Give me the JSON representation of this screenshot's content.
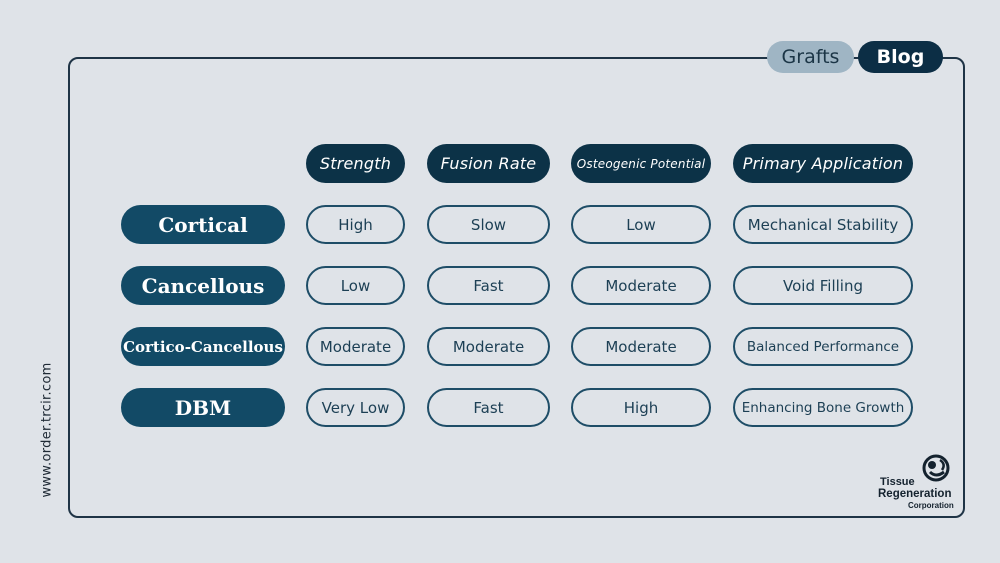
{
  "tabs": {
    "grafts": "Grafts",
    "blog": "Blog"
  },
  "side_text": "www.order.trcir.com",
  "table": {
    "headers": [
      "Strength",
      "Fusion Rate",
      "Osteogenic Potential",
      "Primary Application"
    ],
    "rows": [
      {
        "label": "Cortical",
        "cells": [
          "High",
          "Slow",
          "Low",
          "Mechanical Stability"
        ]
      },
      {
        "label": "Cancellous",
        "cells": [
          "Low",
          "Fast",
          "Moderate",
          "Void Filling"
        ]
      },
      {
        "label": "Cortico-Cancellous",
        "cells": [
          "Moderate",
          "Moderate",
          "Moderate",
          "Balanced Performance"
        ]
      },
      {
        "label": "DBM",
        "cells": [
          "Very Low",
          "Fast",
          "High",
          "Enhancing Bone Growth"
        ]
      }
    ]
  },
  "logo": {
    "line1": "Tissue",
    "line2": "Regeneration",
    "line3": "Corporation"
  },
  "colors": {
    "background": "#dfe3e8",
    "header_fill": "#0c3247",
    "row_label_fill": "#124a66",
    "cell_border": "#1e4d67",
    "tab_grafts": "#9fb5c4",
    "tab_blog": "#0c2e45"
  }
}
